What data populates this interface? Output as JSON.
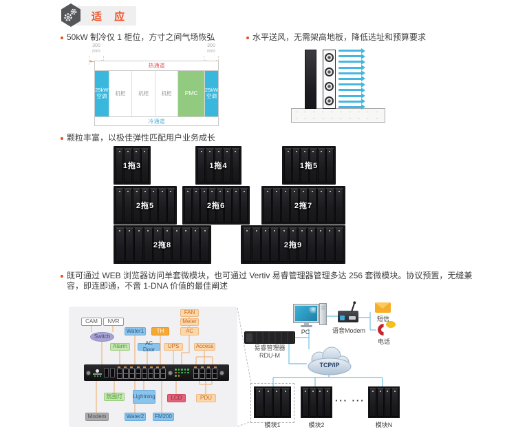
{
  "header": {
    "title": "适 应"
  },
  "bullets": {
    "b1": "50kW 制冷仅 1 柜位，方寸之间气场恢弘",
    "b2": "水平送风，无需架高地板，降低选址和预算要求",
    "b3": "颗粒丰富，以极佳弹性匹配用户业务成长",
    "b4": "既可通过 WEB 浏览器访问单套微模块，也可通过 Vertiv 易睿管理器管理多达 256 套微模块。协议预置，无缝兼容，即连即通，不啻 1-DNA 价值的最佳阐述"
  },
  "layout_diagram": {
    "dim_value": "300",
    "dim_unit": "mm",
    "hot_aisle": "热通道",
    "cold_aisle": "冷通道",
    "cells": {
      "ac": "25kW 空调",
      "rack": "机柜",
      "pmc": "PMC"
    }
  },
  "airflow_diagram": {
    "arrows": 11,
    "fans": 4
  },
  "rack_groups": {
    "g13": {
      "label": "1拖3",
      "units": 4
    },
    "g14": {
      "label": "1拖4",
      "units": 5
    },
    "g15": {
      "label": "1拖5",
      "units": 6
    },
    "g25": {
      "label": "2拖5",
      "units": 7
    },
    "g26": {
      "label": "2拖6",
      "units": 8
    },
    "g27": {
      "label": "2拖7",
      "units": 9
    },
    "g28": {
      "label": "2拖8",
      "units": 10
    },
    "g29": {
      "label": "2拖9",
      "units": 11
    }
  },
  "monitor_panel": {
    "cam": "CAM",
    "nvr": "NVR",
    "switch": "Switch",
    "water1": "Water1",
    "th": "TH",
    "fan": "FAN",
    "meter": "Meter",
    "ac": "AC",
    "alarm": "Alarm",
    "ac_door": "AC Door",
    "ups": "UPS",
    "access": "Access",
    "ambient_light": "氛围灯",
    "lightning": "Lightning",
    "lcd": "LCD",
    "pdu": "PDU",
    "modem": "Modem",
    "water2": "Water2",
    "fm200": "FM200"
  },
  "switch_device": {
    "mid_ports": 8,
    "right_ports": 4,
    "status_leds": 12,
    "front_leds": 3
  },
  "network": {
    "pc": "PC",
    "voice_modem": "语音Modem",
    "sms": "短信",
    "phone": "电话",
    "server_line1": "易睿管理器",
    "server_line2": "RDU-M",
    "cloud": "TCP/IP",
    "dots": "··· ···",
    "modules": {
      "m1": {
        "label": "模块1",
        "units": 4
      },
      "m2": {
        "label": "模块2",
        "units": 4
      },
      "mn": {
        "label": "模块N",
        "units": 4
      }
    }
  },
  "colors": {
    "accent": "#F04E23",
    "aisle_hot": "#E25858",
    "aisle_cold": "#4FB3DD",
    "ac_cell": "#39B7DC",
    "pmc_cell": "#92CB80",
    "arrow_blue": "#44B7E0",
    "line_orange": "#F0A76B",
    "line_blue": "#82CBEA"
  }
}
